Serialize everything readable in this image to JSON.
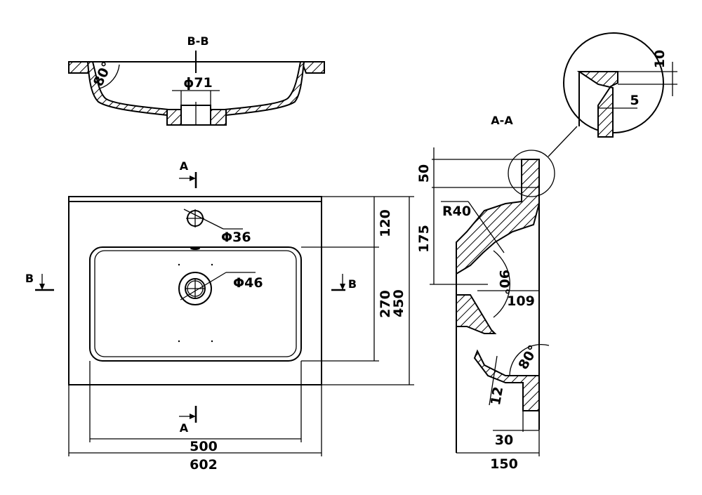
{
  "drawing": {
    "title": "Washbasin technical drawing",
    "background": "#ffffff",
    "line_color": "#000000"
  },
  "section_bb": {
    "label": "B-B",
    "dim_drain_diameter": "ϕ71",
    "angle": "80°"
  },
  "section_aa": {
    "label": "A-A",
    "dim_top": "50",
    "dim_depth": "175",
    "dim_radius": "R40",
    "angle_upper": "90°",
    "dim_offset": "109",
    "angle_lower": "80°",
    "dim_thickness": "12",
    "dim_foot": "30",
    "dim_total_depth": "150"
  },
  "detail": {
    "dim_rim_height": "10",
    "dim_wall": "5"
  },
  "plan_view": {
    "marker_a_top": "A",
    "marker_a_bottom": "A",
    "marker_b_left": "B",
    "marker_b_right": "B",
    "dim_tap_hole": "Φ36",
    "dim_drain_hole": "Φ46",
    "dim_tap_offset": "120",
    "dim_bowl_depth": "270",
    "dim_overall_depth": "450",
    "dim_bowl_width": "500",
    "dim_overall_width": "602"
  }
}
